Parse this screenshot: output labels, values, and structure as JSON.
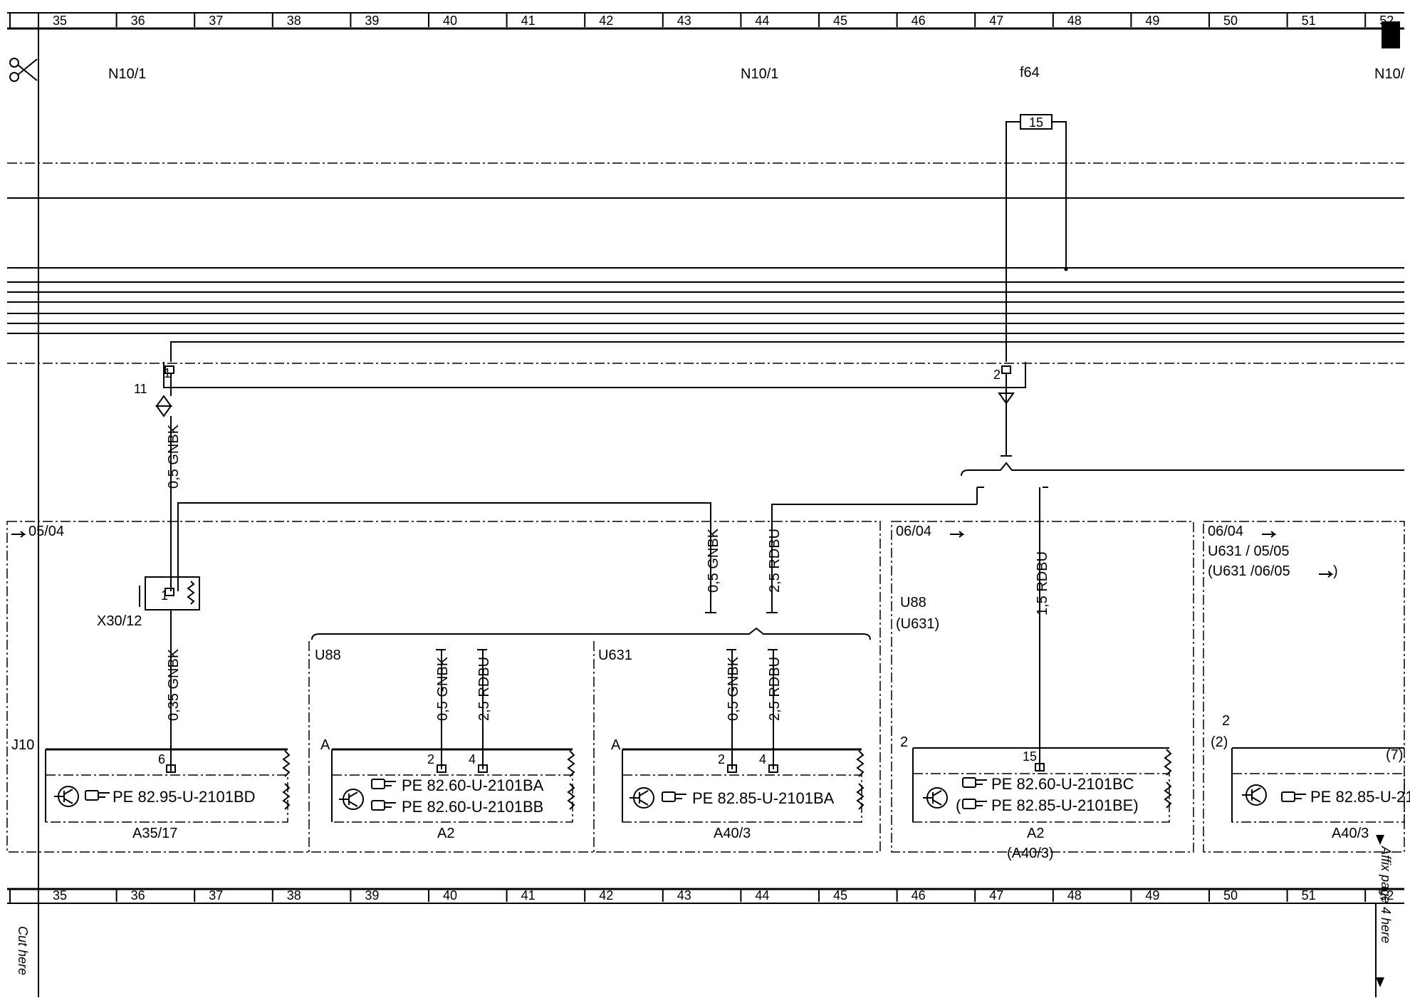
{
  "ruler": {
    "top_cols": [
      "35",
      "36",
      "37",
      "38",
      "39",
      "40",
      "41",
      "42",
      "43",
      "44",
      "45",
      "46",
      "47",
      "48",
      "49",
      "50",
      "51",
      "52"
    ],
    "bottom_cols": [
      "35",
      "36",
      "37",
      "38",
      "39",
      "40",
      "41",
      "42",
      "43",
      "44",
      "45",
      "46",
      "47",
      "48",
      "49",
      "50",
      "51",
      "52"
    ]
  },
  "margin": {
    "cut_here": "Cut here",
    "affix": "Affix page 4 here"
  },
  "header": {
    "n10_left": "N10/1",
    "n10_mid": "N10/1",
    "f64": "f64",
    "n10_right": "N10/"
  },
  "fuse": {
    "value": "15"
  },
  "pins": {
    "p11": "11",
    "p1_top": "1",
    "p2_top": "2",
    "p1_x30": "1",
    "p6": "6",
    "p2_a2": "2",
    "p4_a2": "4",
    "p2_a40": "2",
    "p4_a40": "4",
    "p15": "15",
    "p2_right": "2",
    "p2_paren": "(2)",
    "p7_paren": "(7)"
  },
  "wires": {
    "w05gnbk_top": "0,5 GNBK",
    "w05gnbk_mid": "0,5 GNBK",
    "w25rdbu_mid": "2,5 RDBU",
    "w035gnbk": "0,35 GNBK",
    "w05gnbk_a2": "0,5 GNBK",
    "w25rdbu_a2": "2,5 RDBU",
    "w05gnbk_a40": "0,5 GNBK",
    "w25rdbu_a40": "2,5 RDBU",
    "w15rdbu": "1,5 RDBU"
  },
  "variants": {
    "v0504": "05/04",
    "v0604": "06/04",
    "v0604b": "06/04",
    "u631_0505": "U631 / 05/05",
    "u631_0605": "(U631 /06/05",
    "close_paren": ")",
    "u88_label": "U88",
    "u631_paren": "(U631)",
    "u88": "U88",
    "u631": "U631",
    "j10": "J10",
    "a_left": "A",
    "a_mid": "A"
  },
  "connectors": {
    "x30": "X30/12"
  },
  "components": {
    "a35": "A35/17",
    "a2": "A2",
    "a40": "A40/3",
    "a2_right": "A2",
    "a40_paren": "(A40/3)",
    "a40_right": "A40/3"
  },
  "references": {
    "r1": "PE 82.95-U-2101BD",
    "r2": "PE 82.60-U-2101BA",
    "r3": "PE 82.60-U-2101BB",
    "r4": "PE 82.85-U-2101BA",
    "r5": "PE 82.60-U-2101BC",
    "r6": "(",
    "r6b": "PE 82.85-U-2101BE)",
    "r7": "PE 82.85-U-21"
  }
}
